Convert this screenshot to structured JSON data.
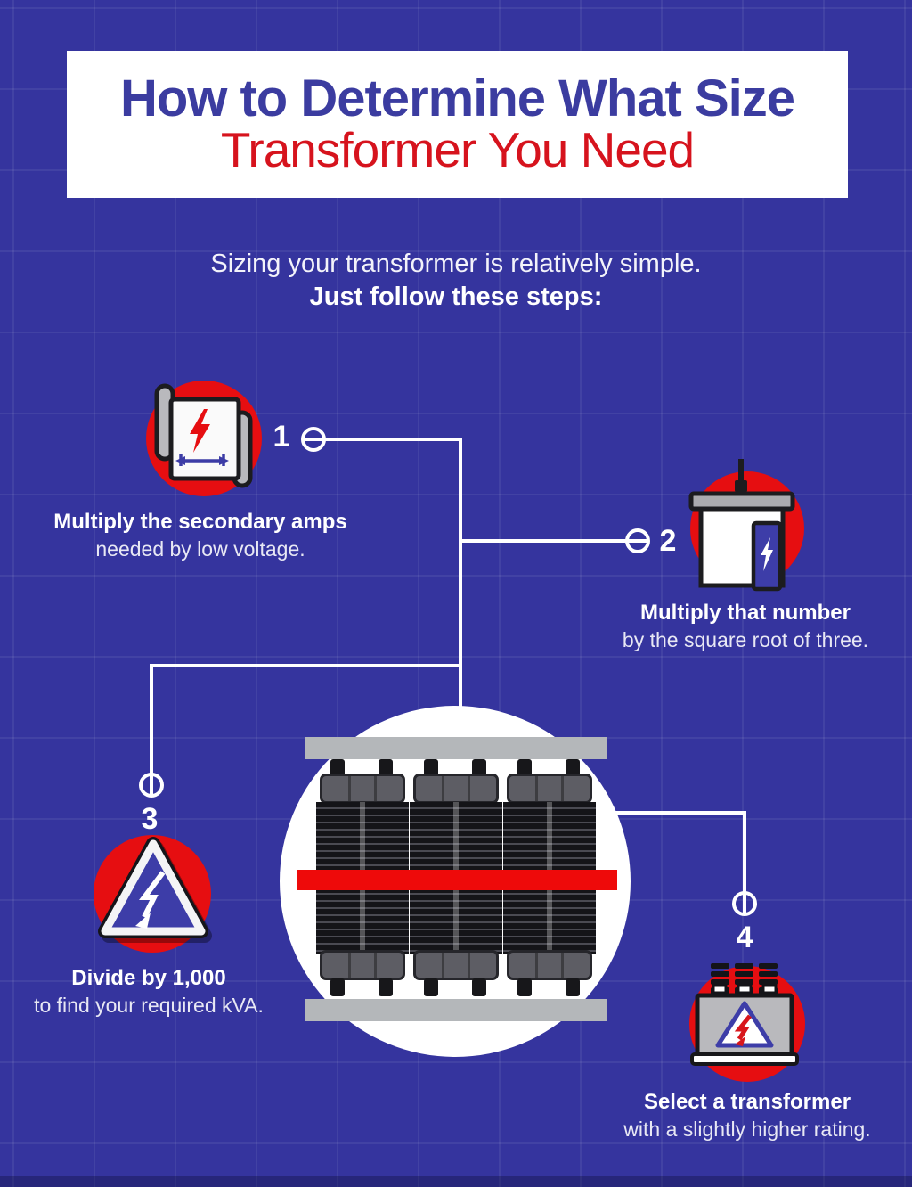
{
  "meta": {
    "poster_title": "How to Determine What Size Transformer You Need"
  },
  "colors": {
    "background": "#35349e",
    "grid_line": "rgba(255,255,255,0.065)",
    "panel_white": "#ffffff",
    "title_blue": "#3b3ca0",
    "title_red": "#d6131d",
    "accent_red": "#e60e11",
    "band_red": "#ee0a0a",
    "icon_outline": "#1c1c1f",
    "icon_gray": "#b9b9bd",
    "icon_blue": "#3d3da8",
    "text_white": "#ffffff"
  },
  "header": {
    "title_line1": "How to Determine What Size",
    "title_line2": "Transformer You Need"
  },
  "intro": {
    "line1": "Sizing your transformer is relatively simple.",
    "line2": "Just follow these steps:"
  },
  "steps": [
    {
      "number": "1",
      "icon": "blueprint-lightning-icon",
      "headline": "Multiply the secondary amps",
      "detail": "needed by low voltage."
    },
    {
      "number": "2",
      "icon": "transformer-box-icon",
      "headline": "Multiply that number",
      "detail": "by the square root of three."
    },
    {
      "number": "3",
      "icon": "high-voltage-warning-icon",
      "headline": "Divide by 1,000",
      "detail": "to find your required kVA."
    },
    {
      "number": "4",
      "icon": "transformer-rating-icon",
      "headline": "Select a transformer",
      "detail": "with a slightly higher rating."
    }
  ],
  "illustration": {
    "name": "three-phase-transformer",
    "description": "Three-coil transformer drawing inside a white circle with a red band across the windings"
  }
}
